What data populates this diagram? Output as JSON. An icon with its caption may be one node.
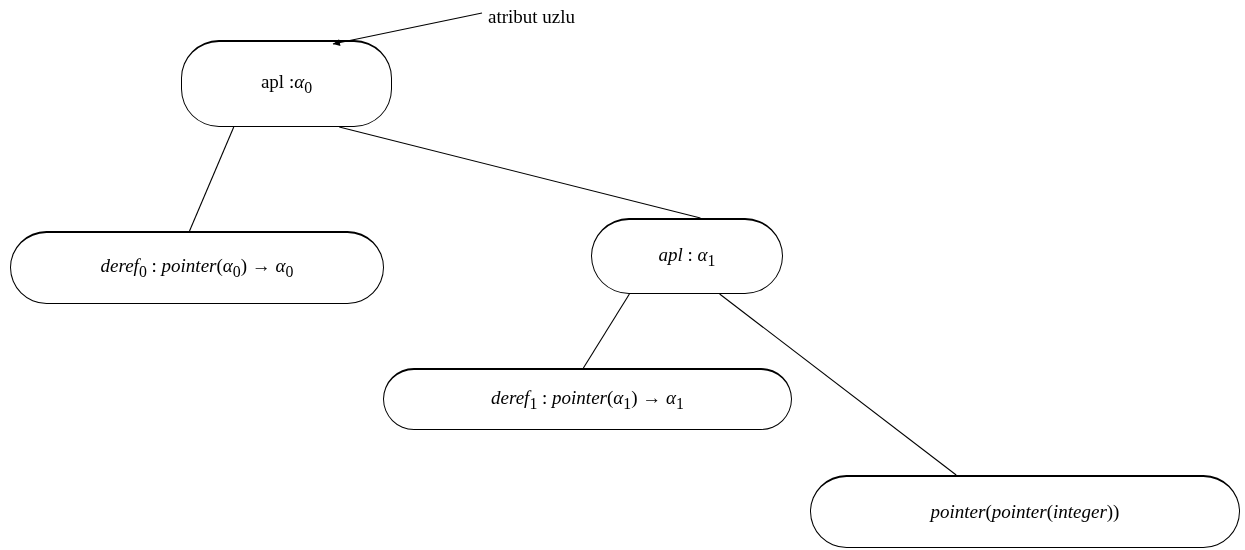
{
  "diagram": {
    "nodes": [
      {
        "text": [
          "apl :*α*$_{0}$"
        ]
      },
      {
        "text": [
          "*deref*$_{0}$ : *pointer*(*α*$_{0}$) → *α*$_{0}$"
        ]
      },
      {
        "text": [
          "*apl* : *α*$_{1}$"
        ]
      },
      {
        "text": [
          "*deref*$_{1}$ : *pointer*(*α*$_{1}$) → *α*$_{1}$"
        ]
      },
      {
        "text": [
          "*pointer*(*pointer*(*integer*))"
        ]
      },
      {
        "text": [
          "atribut uzlu"
        ]
      }
    ],
    "edges": [
      {
        "from": 0,
        "to": 1,
        "arrow": "none"
      },
      {
        "from": 0,
        "to": 2,
        "arrow": "none"
      },
      {
        "from": 2,
        "to": 3,
        "arrow": "none"
      },
      {
        "from": 2,
        "to": 4,
        "arrow": "none"
      },
      {
        "from": 5,
        "to": 0,
        "arrow": "to"
      }
    ]
  }
}
